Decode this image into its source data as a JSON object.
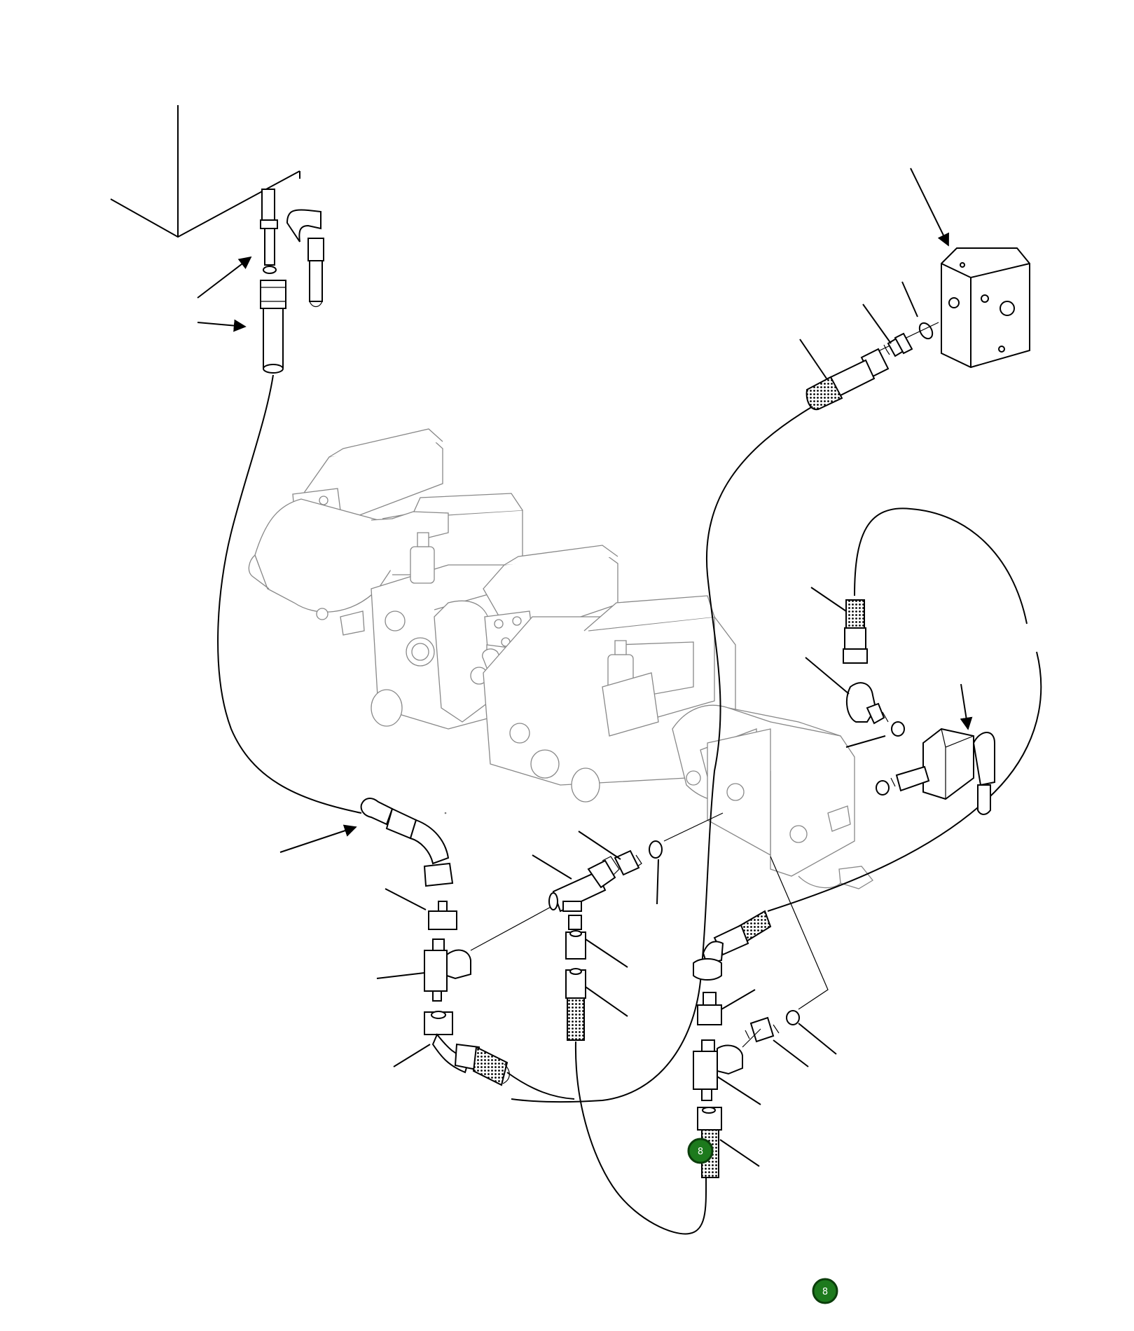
{
  "callouts": [
    {
      "id": "callout-upper",
      "label": "8"
    },
    {
      "id": "callout-lower",
      "label": "8"
    }
  ],
  "colors": {
    "line": "#000000",
    "callout_fill": "#1d7a1d",
    "callout_border": "#0b3d0b",
    "background": "#ffffff"
  }
}
